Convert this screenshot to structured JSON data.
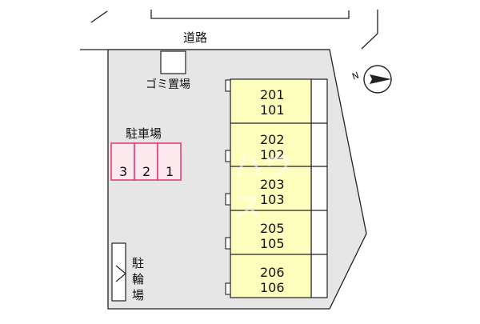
{
  "road_label": "道路",
  "garbage_label": "ゴミ置場",
  "parking": {
    "label": "駐車場",
    "spaces": [
      "3",
      "2",
      "1"
    ]
  },
  "bicycle_parking": {
    "label_chars": [
      "駐",
      "輪",
      "場"
    ]
  },
  "units": [
    {
      "upper": "201",
      "lower": "101"
    },
    {
      "upper": "202",
      "lower": "102"
    },
    {
      "upper": "203",
      "lower": "103"
    },
    {
      "upper": "205",
      "lower": "105"
    },
    {
      "upper": "206",
      "lower": "106"
    }
  ],
  "compass": {
    "label": "N",
    "icon": "north-arrow-icon"
  },
  "colors": {
    "site_fill": "#e6e6e6",
    "building_fill": "#ffffbd",
    "parking_stroke": "#e0407a",
    "parking_fill": "#fbe9ee",
    "line": "#222222"
  }
}
